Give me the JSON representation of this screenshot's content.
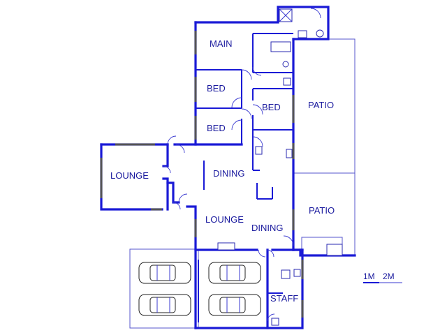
{
  "rooms": {
    "main": "MAIN",
    "bed1": "BED",
    "bed2": "BED",
    "bed3": "BED",
    "patio_top": "PATIO",
    "patio_bottom": "PATIO",
    "lounge_left": "LOUNGE",
    "dining_center": "DINING",
    "lounge_center": "LOUNGE",
    "dining_lower": "DINING",
    "staff": "STAFF"
  },
  "scale": {
    "label_1m": "1M",
    "label_2m": "2M"
  },
  "colors": {
    "wall": "#1a1ad6",
    "text": "#1a1a9e",
    "window": "#555555"
  }
}
